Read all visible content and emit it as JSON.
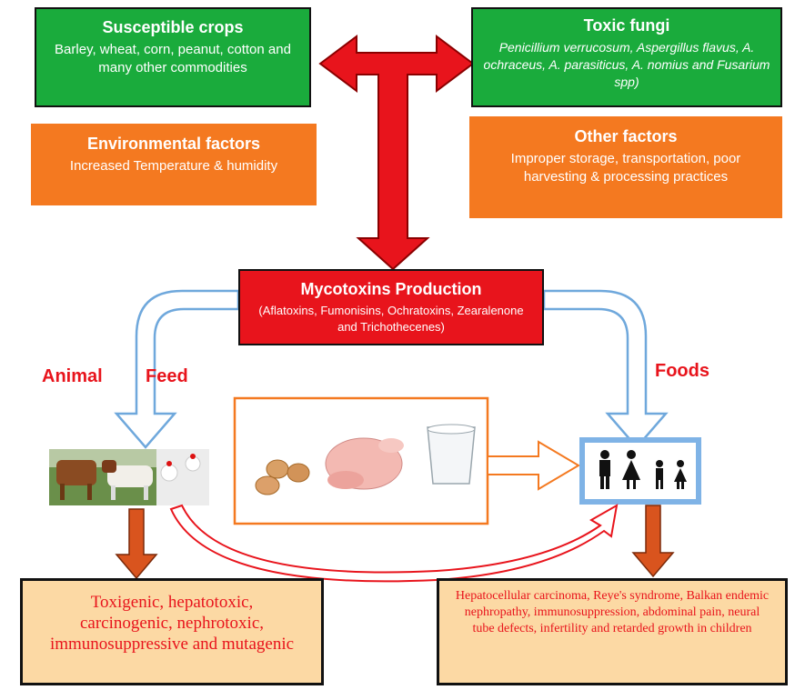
{
  "susceptible": {
    "title": "Susceptible crops",
    "body": "Barley, wheat, corn, peanut, cotton and many other commodities"
  },
  "fungi": {
    "title": "Toxic fungi",
    "body": "Penicillium verrucosum, Aspergillus flavus, A. ochraceus, A. parasiticus, A. nomius and Fusarium spp)"
  },
  "environmental": {
    "title": "Environmental factors",
    "body": "Increased Temperature & humidity"
  },
  "other": {
    "title": "Other factors",
    "body": "Improper storage, transportation, poor harvesting & processing practices"
  },
  "mycotoxins": {
    "title": "Mycotoxins Production",
    "body": "(Aflatoxins, Fumonisins, Ochratoxins, Zearalenone and Trichothecenes)"
  },
  "labels": {
    "animal": "Animal",
    "feed": "Feed",
    "foods": "Foods"
  },
  "animal_effects": "Toxigenic, hepatotoxic, carcinogenic, nephrotoxic, immunosuppressive and mutagenic",
  "human_effects": "Hepatocellular carcinoma, Reye's syndrome, Balkan endemic nephropathy, immunosuppression, abdominal pain, neural tube defects, infertility and retarded growth in children",
  "colors": {
    "green": "#1aab3c",
    "orange": "#f47920",
    "red": "#e8141c",
    "peach": "#fcd9a4",
    "blue_arrow": "#6fa8dc",
    "dark_orange_arrow": "#d9541e"
  }
}
